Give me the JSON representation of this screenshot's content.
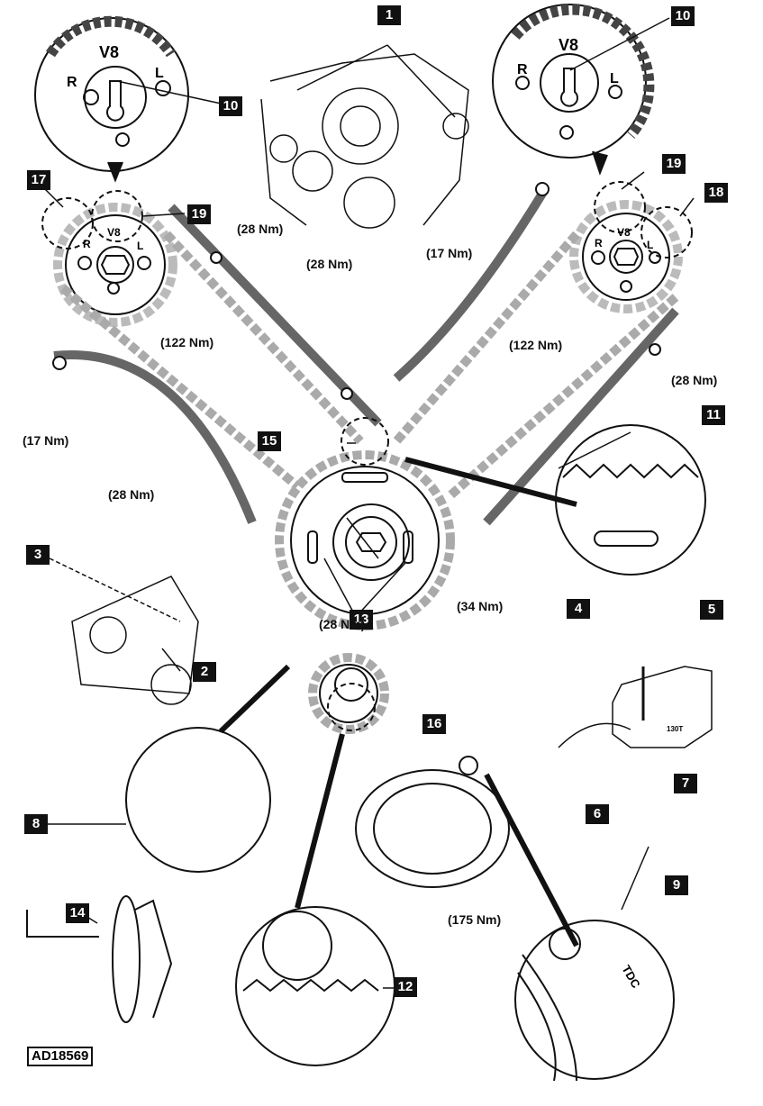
{
  "callouts": {
    "c1": "1",
    "c2": "2",
    "c3": "3",
    "c4": "4",
    "c5": "5",
    "c6": "6",
    "c7": "7",
    "c8": "8",
    "c9": "9",
    "c10a": "10",
    "c10b": "10",
    "c11": "11",
    "c12": "12",
    "c13": "13",
    "c14": "14",
    "c15": "15",
    "c16": "16",
    "c17": "17",
    "c18": "18",
    "c19a": "19",
    "c19b": "19"
  },
  "torques": {
    "left_cam_bolt": "(122 Nm)",
    "right_cam_bolt": "(122 Nm)",
    "left_guide_upper": "(28 Nm)",
    "right_guide": "(28 Nm)",
    "tensioner_upper": "(28 Nm)",
    "tensioner_left": "(28 Nm)",
    "left_tensioner_rail": "(17 Nm)",
    "right_tensioner_rail": "(17 Nm)",
    "idler_bolt": "(34 Nm)",
    "lower_guide": "(28 Nm)",
    "crank_pulley": "(175 Nm)"
  },
  "sprocket_marks": {
    "v8": "V8",
    "r": "R",
    "l": "L"
  },
  "tdc_mark": "TDC",
  "tensioner_code": "130T",
  "reference": "AD18569"
}
